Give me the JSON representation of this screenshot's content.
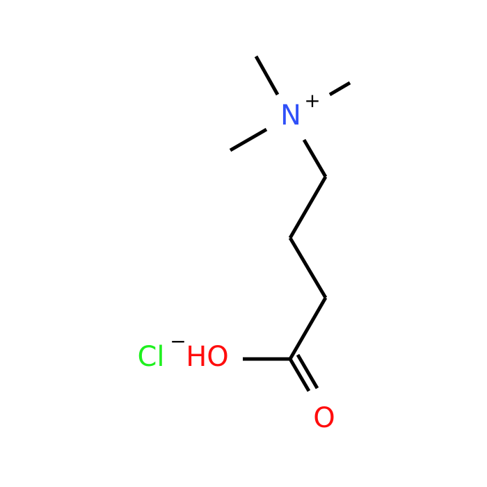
{
  "molecule": {
    "atoms": {
      "nitrogen": {
        "symbol": "N",
        "charge": "+",
        "color": "#3050F8"
      },
      "hydroxyl": {
        "symbol": "HO",
        "color": "#FF0D0D"
      },
      "carbonyl_oxygen": {
        "symbol": "O",
        "color": "#FF0D0D"
      },
      "chloride": {
        "symbol": "Cl",
        "charge": "−",
        "color": "#1FF01F"
      }
    }
  }
}
